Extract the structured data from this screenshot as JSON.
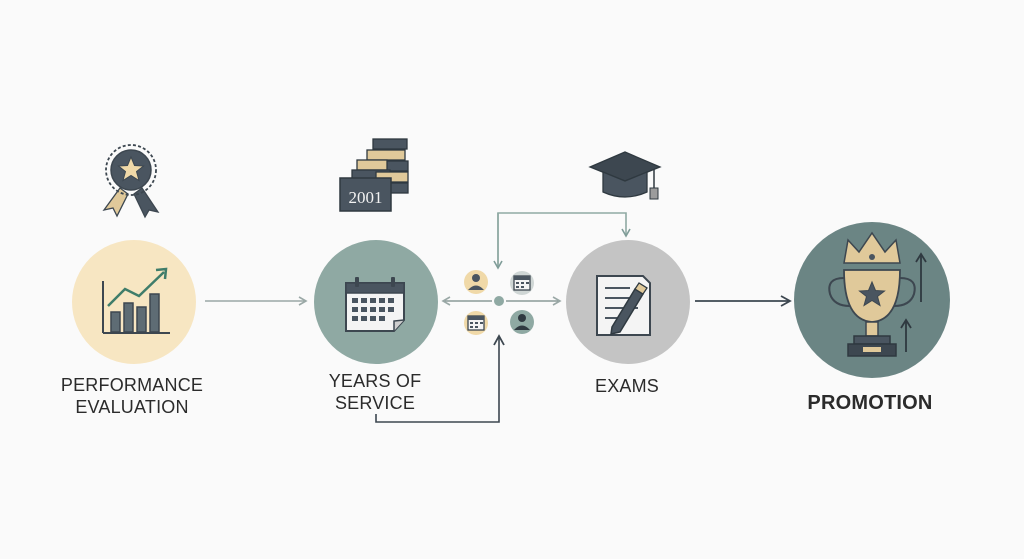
{
  "steps": {
    "performance": {
      "lines": [
        "PERFORMANCE",
        "EVALUATION"
      ]
    },
    "years": {
      "lines": [
        "YEARS OF",
        "SERVICE"
      ],
      "badge_year": "2001"
    },
    "exams": {
      "lines": [
        "EXAMS"
      ]
    },
    "promotion": {
      "lines": [
        "PROMOTION"
      ]
    }
  },
  "colors": {
    "performance_circle": "#f7e6c2",
    "years_circle": "#8fa9a3",
    "exams_circle": "#c4c4c4",
    "promotion_circle": "#6b8584",
    "icon_dark": "#4a5560",
    "icon_tan": "#e0c99a",
    "arrow_light": "#9aa8a6",
    "arrow_dark": "#3d4750",
    "accent_green": "#3f7d6a"
  },
  "icons": {
    "performance_top": "award-ribbon-star-icon",
    "performance_main": "bar-chart-trend-icon",
    "years_top": "stacked-books-icon",
    "years_main": "calendar-icon",
    "exams_top": "graduation-cap-icon",
    "exams_main": "document-pencil-icon",
    "promotion_main": "trophy-crown-icon",
    "hub_nodes": [
      "person-icon",
      "calendar-small-icon",
      "calendar-small-icon",
      "person-dark-icon"
    ]
  }
}
